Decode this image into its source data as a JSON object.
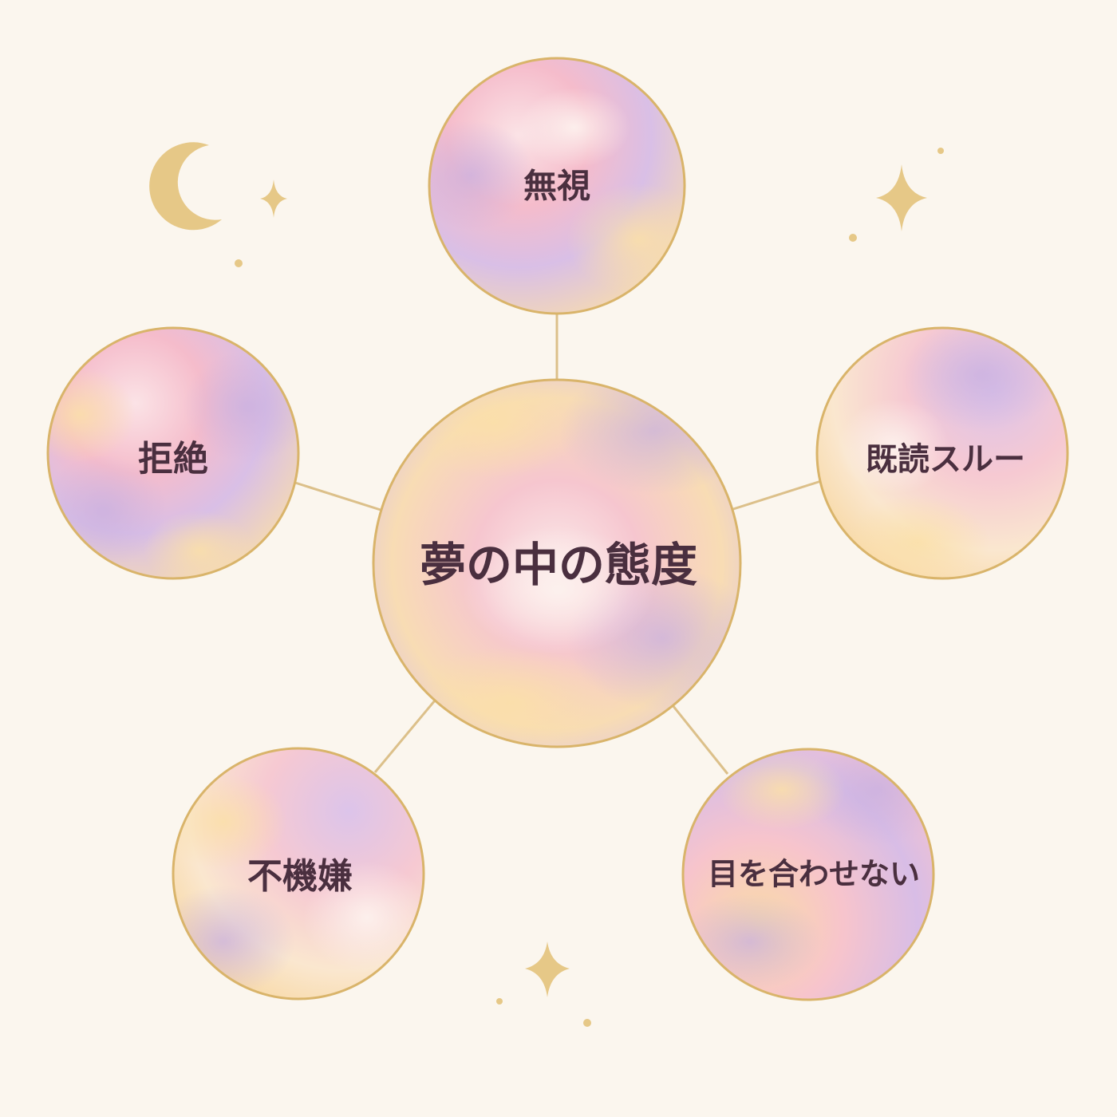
{
  "diagram": {
    "center": {
      "label": "夢の中の態度"
    },
    "nodes": [
      {
        "id": "top",
        "label": "無視"
      },
      {
        "id": "right",
        "label": "既読スルー"
      },
      {
        "id": "bottom-right",
        "label": "目を合わせない"
      },
      {
        "id": "bottom-left",
        "label": "不機嫌"
      },
      {
        "id": "left",
        "label": "拒絶"
      }
    ]
  },
  "colors": {
    "background": "#fbf6ee",
    "ring": "#d9b46a",
    "connector": "#dcc08a",
    "text": "#4a2f3f",
    "pink": "#f5b8c4",
    "lavender": "#c9b0e0",
    "peach": "#f9dca8",
    "sparkle": "#e8cb8a"
  },
  "decorations": [
    "moon-icon",
    "sparkle-icon",
    "dot"
  ]
}
